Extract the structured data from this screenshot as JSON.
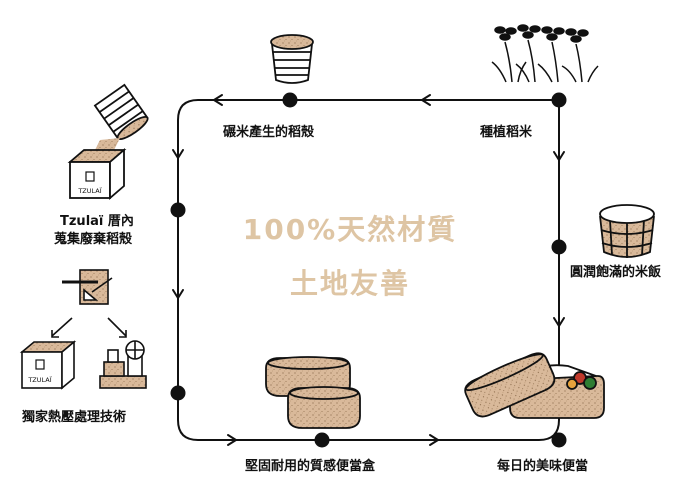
{
  "center": {
    "line1": "100%天然材質",
    "line2": "土地友善",
    "accent_color": "#dec5a4"
  },
  "steps": {
    "grow": "種植稻米",
    "rice": "圓潤飽滿的米飯",
    "daily": "每日的美味便當",
    "durable": "堅固耐用的質感便當盒",
    "process": "獨家熱壓處理技術",
    "collect_line1": "Tzulaï 厝內",
    "collect_line2": "蒐集廢棄稻殼",
    "mill": "碾米產生的稻殼"
  },
  "brand": {
    "box_label": "TZULAÏ"
  },
  "colors": {
    "line": "#111111",
    "fill": "#d9b99a",
    "rice": "#ffffff"
  }
}
